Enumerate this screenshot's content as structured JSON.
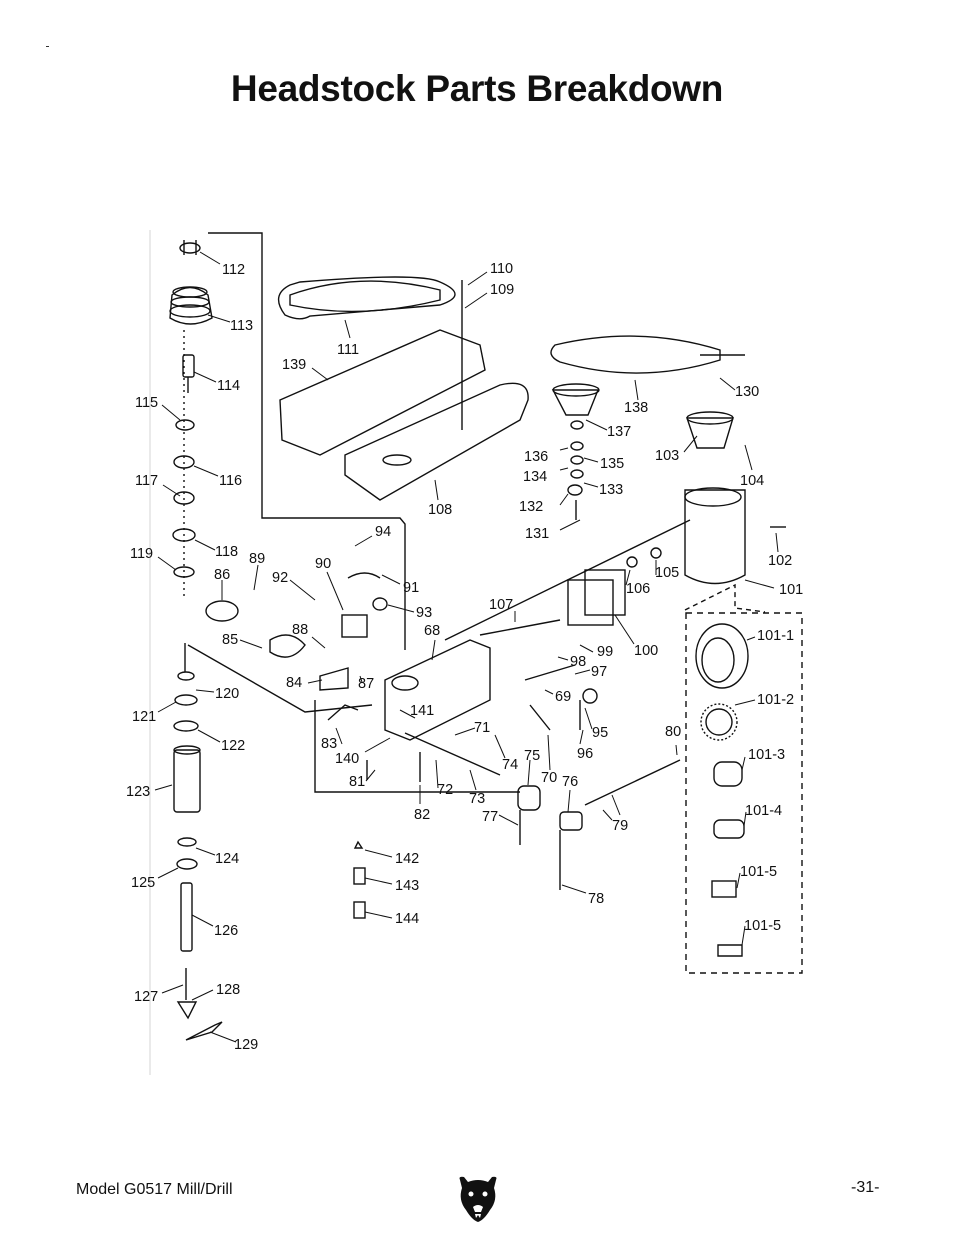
{
  "page": {
    "title": "Headstock Parts Breakdown",
    "model": "Model G0517 Mill/Drill",
    "page_number": "-31-"
  },
  "logo": {
    "icon": "bear-head-icon"
  },
  "callouts": {
    "c112": "112",
    "c113": "113",
    "c114": "114",
    "c115": "115",
    "c116": "116",
    "c117": "117",
    "c118": "118",
    "c119": "119",
    "c86": "86",
    "c89": "89",
    "c85": "85",
    "c120": "120",
    "c121": "121",
    "c122": "122",
    "c123": "123",
    "c124": "124",
    "c125": "125",
    "c126": "126",
    "c127": "127",
    "c128": "128",
    "c129": "129",
    "c111": "111",
    "c139": "139",
    "c110": "110",
    "c109": "109",
    "c108": "108",
    "c94": "94",
    "c90": "90",
    "c92": "92",
    "c91": "91",
    "c93": "93",
    "c88": "88",
    "c68": "68",
    "c84": "84",
    "c87": "87",
    "c141": "141",
    "c83": "83",
    "c140": "140",
    "c81": "81",
    "c82": "82",
    "c72": "72",
    "c71": "71",
    "c73": "73",
    "c74": "74",
    "c77": "77",
    "c75": "75",
    "c70": "70",
    "c76": "76",
    "c138": "138",
    "c137": "137",
    "c136": "136",
    "c134": "134",
    "c135": "135",
    "c133": "133",
    "c132": "132",
    "c131": "131",
    "c130": "130",
    "c103": "103",
    "c104": "104",
    "c102": "102",
    "c101": "101",
    "c105": "105",
    "c106": "106",
    "c107": "107",
    "c100": "100",
    "c99": "99",
    "c98": "98",
    "c97": "97",
    "c69": "69",
    "c95": "95",
    "c96": "96",
    "c80": "80",
    "c79": "79",
    "c78": "78",
    "c142": "142",
    "c143": "143",
    "c144": "144",
    "c101_1": "101-1",
    "c101_2": "101-2",
    "c101_3": "101-3",
    "c101_4": "101-4",
    "c101_5a": "101-5",
    "c101_5b": "101-5"
  }
}
